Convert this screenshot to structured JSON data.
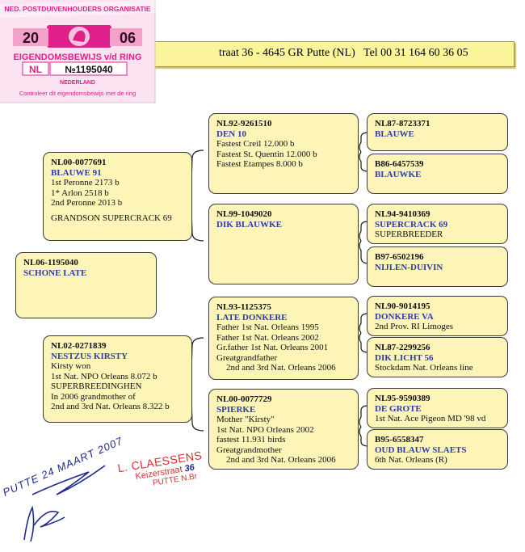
{
  "header": {
    "address": "traat 36 - 4645 GR  Putte (NL)",
    "phone": "Tel 00 31 164 60 36 05"
  },
  "ring_card": {
    "org": "NED. POSTDUIVENHOUDERS ORGANISATIE",
    "year_left": "20",
    "year_right": "06",
    "title": "EIGENDOMSBEWIJS v/d RING",
    "country_code": "NL",
    "ring_number": "№1195040",
    "country": "NEDERLAND",
    "footer": "Controleer dit eigendomsbewijs met de ring"
  },
  "subject": {
    "id": "NL06-1195040",
    "name": "SCHONE LATE"
  },
  "sire": {
    "id": "NL00-0077691",
    "name": "BLAUWE 91",
    "lines": [
      "1st Peronne 2173 b",
      "1* Arlon 2518 b",
      "2nd Peronne 2013 b",
      "GRANDSON SUPERCRACK 69"
    ]
  },
  "dam": {
    "id": "NL02-0271839",
    "name": "NESTZUS KIRSTY",
    "lines": [
      "Kirsty won",
      "1st Nat. NPO Orleans 8.072 b",
      "SUPERBREEDINGHEN",
      "In 2006 grandmother of",
      "2nd and 3rd Nat. Orleans 8.322 b"
    ]
  },
  "ss": {
    "id": "NL92-9261510",
    "name": "DEN 10",
    "lines": [
      "Fastest Creil 12.000 b",
      "Fastest St. Quentin 12.000 b",
      "Fastest Etampes 8.000 b"
    ]
  },
  "sd": {
    "id": "NL99-1049020",
    "name": "DIK BLAUWKE"
  },
  "ds": {
    "id": "NL93-1125375",
    "name": "LATE DONKERE",
    "lines": [
      "Father 1st Nat. Orleans 1995",
      "Father 1st Nat. Orleans 2002",
      "Gr.father 1st Nat. Orleans 2001",
      "Greatgrandfather",
      "2nd and 3rd Nat. Orleans 2006"
    ]
  },
  "dd": {
    "id": "NL00-0077729",
    "name": "SPIERKE",
    "lines": [
      "Mother \"Kirsty\"",
      "1st Nat. NPO Orleans 2002",
      "fastest 11.931 birds",
      "Greatgrandmother",
      "2nd and 3rd Nat. Orleans 2006"
    ]
  },
  "sss": {
    "id": "NL87-8723371",
    "name": "BLAUWE"
  },
  "ssd": {
    "id": "B86-6457539",
    "name": "BLAUWKE"
  },
  "sds": {
    "id": "NL94-9410369",
    "name": "SUPERCRACK 69",
    "line": "SUPERBREEDER"
  },
  "sdd": {
    "id": "B97-6502196",
    "name": "NIJLEN-DUIVIN"
  },
  "dss": {
    "id": "NL90-9014195",
    "name": "DONKERE VA",
    "line": "2nd Prov. RI Limoges"
  },
  "dsd": {
    "id": "NL87-2299256",
    "name": "DIK LICHT 56",
    "line": "Stockdam Nat. Orleans line"
  },
  "dds": {
    "id": "NL95-9590389",
    "name": "DE GROTE",
    "line": "1st Nat. Ace Pigeon MD '98 vd"
  },
  "ddd": {
    "id": "B95-6558347",
    "name": "OUD BLAUW SLAETS",
    "line": "6th Nat. Orleans  (R)"
  },
  "handwriting": {
    "note": "PUTTE 24 MAART 2007"
  },
  "stamp": {
    "line1": "L. CLAESSENS",
    "line2": "Keizerstraat",
    "number": "36",
    "line3": "PUTTE N.Br"
  },
  "colors": {
    "box_fill": "#fdf4b8",
    "header_fill": "#fbf49a",
    "name_blue": "#2a3da8",
    "card_pink": "#e0208a",
    "ink_blue": "#1e2a8c"
  }
}
